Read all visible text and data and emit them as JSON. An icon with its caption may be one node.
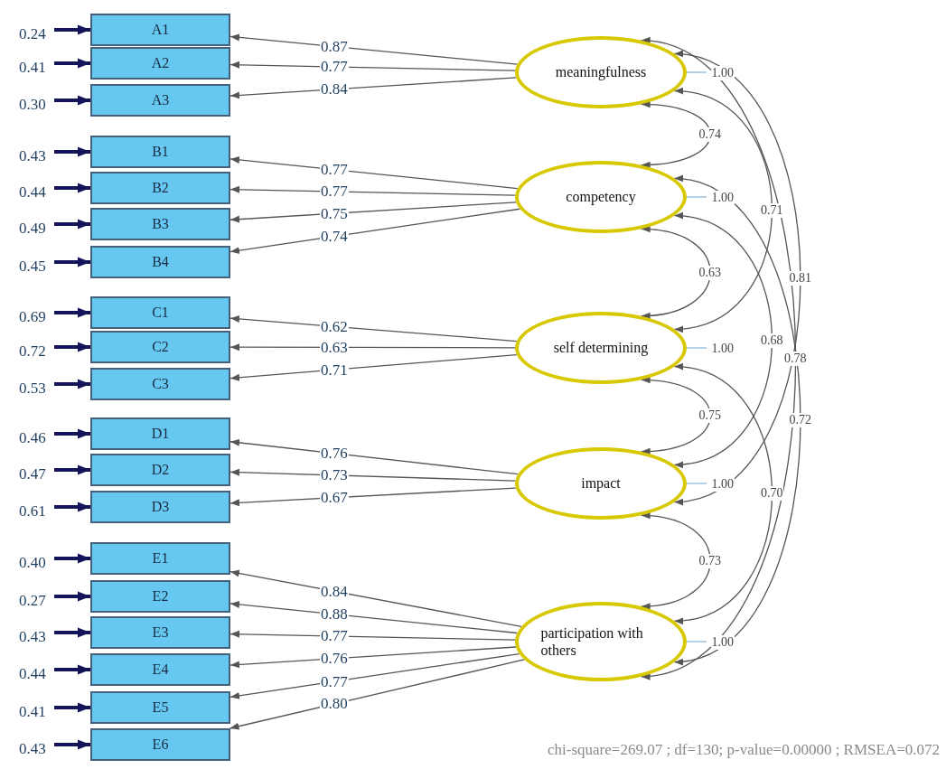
{
  "diagram": {
    "caption": "chi-square=269.07 ; df=130; p-value=0.00000 ; RMSEA=0.072",
    "nodes": [
      {
        "text": [
          "A1"
        ]
      },
      {
        "text": [
          "A2"
        ]
      },
      {
        "text": [
          "A3"
        ]
      },
      {
        "text": [
          "B1"
        ]
      },
      {
        "text": [
          "B2"
        ]
      },
      {
        "text": [
          "B3"
        ]
      },
      {
        "text": [
          "B4"
        ]
      },
      {
        "text": [
          "C1"
        ]
      },
      {
        "text": [
          "C2"
        ]
      },
      {
        "text": [
          "C3"
        ]
      },
      {
        "text": [
          "D1"
        ]
      },
      {
        "text": [
          "D2"
        ]
      },
      {
        "text": [
          "D3"
        ]
      },
      {
        "text": [
          "E1"
        ]
      },
      {
        "text": [
          "E2"
        ]
      },
      {
        "text": [
          "E3"
        ]
      },
      {
        "text": [
          "E4"
        ]
      },
      {
        "text": [
          "E5"
        ]
      },
      {
        "text": [
          "E6"
        ]
      },
      {
        "text": [
          "meaningfulness"
        ]
      },
      {
        "text": [
          "competency"
        ]
      },
      {
        "text": [
          "self determining"
        ]
      },
      {
        "text": [
          "impact"
        ]
      },
      {
        "text": [
          "participation with others"
        ]
      }
    ],
    "edges": [
      {
        "from": 19,
        "to": 0,
        "arrow": "to",
        "label": "0.87"
      },
      {
        "from": 19,
        "to": 1,
        "arrow": "to",
        "label": "0.77"
      },
      {
        "from": 19,
        "to": 2,
        "arrow": "to",
        "label": "0.84"
      },
      {
        "from": 20,
        "to": 3,
        "arrow": "to",
        "label": "0.77"
      },
      {
        "from": 20,
        "to": 4,
        "arrow": "to",
        "label": "0.77"
      },
      {
        "from": 20,
        "to": 5,
        "arrow": "to",
        "label": "0.75"
      },
      {
        "from": 20,
        "to": 6,
        "arrow": "to",
        "label": "0.74"
      },
      {
        "from": 21,
        "to": 7,
        "arrow": "to",
        "label": "0.62"
      },
      {
        "from": 21,
        "to": 8,
        "arrow": "to",
        "label": "0.63"
      },
      {
        "from": 21,
        "to": 9,
        "arrow": "to",
        "label": "0.71"
      },
      {
        "from": 22,
        "to": 10,
        "arrow": "to",
        "label": "0.76"
      },
      {
        "from": 22,
        "to": 11,
        "arrow": "to",
        "label": "0.73"
      },
      {
        "from": 22,
        "to": 12,
        "arrow": "to",
        "label": "0.67"
      },
      {
        "from": 23,
        "to": 13,
        "arrow": "to",
        "label": "0.84"
      },
      {
        "from": 23,
        "to": 14,
        "arrow": "to",
        "label": "0.88"
      },
      {
        "from": 23,
        "to": 15,
        "arrow": "to",
        "label": "0.77"
      },
      {
        "from": 23,
        "to": 16,
        "arrow": "to",
        "label": "0.76"
      },
      {
        "from": 23,
        "to": 17,
        "arrow": "to",
        "label": "0.77"
      },
      {
        "from": 23,
        "to": 18,
        "arrow": "to",
        "label": "0.80"
      },
      {
        "from": null,
        "to": 0,
        "arrow": "to",
        "label": "0.24",
        "style": "thick",
        "color": "#14145a"
      },
      {
        "from": null,
        "to": 1,
        "arrow": "to",
        "label": "0.41",
        "style": "thick",
        "color": "#14145a"
      },
      {
        "from": null,
        "to": 2,
        "arrow": "to",
        "label": "0.30",
        "style": "thick",
        "color": "#14145a"
      },
      {
        "from": null,
        "to": 3,
        "arrow": "to",
        "label": "0.43",
        "style": "thick",
        "color": "#14145a"
      },
      {
        "from": null,
        "to": 4,
        "arrow": "to",
        "label": "0.44",
        "style": "thick",
        "color": "#14145a"
      },
      {
        "from": null,
        "to": 5,
        "arrow": "to",
        "label": "0.49",
        "style": "thick",
        "color": "#14145a"
      },
      {
        "from": null,
        "to": 6,
        "arrow": "to",
        "label": "0.45",
        "style": "thick",
        "color": "#14145a"
      },
      {
        "from": null,
        "to": 7,
        "arrow": "to",
        "label": "0.69",
        "style": "thick",
        "color": "#14145a"
      },
      {
        "from": null,
        "to": 8,
        "arrow": "to",
        "label": "0.72",
        "style": "thick",
        "color": "#14145a"
      },
      {
        "from": null,
        "to": 9,
        "arrow": "to",
        "label": "0.53",
        "style": "thick",
        "color": "#14145a"
      },
      {
        "from": null,
        "to": 10,
        "arrow": "to",
        "label": "0.46",
        "style": "thick",
        "color": "#14145a"
      },
      {
        "from": null,
        "to": 11,
        "arrow": "to",
        "label": "0.47",
        "style": "thick",
        "color": "#14145a"
      },
      {
        "from": null,
        "to": 12,
        "arrow": "to",
        "label": "0.61",
        "style": "thick",
        "color": "#14145a"
      },
      {
        "from": null,
        "to": 13,
        "arrow": "to",
        "label": "0.40",
        "style": "thick",
        "color": "#14145a"
      },
      {
        "from": null,
        "to": 14,
        "arrow": "to",
        "label": "0.27",
        "style": "thick",
        "color": "#14145a"
      },
      {
        "from": null,
        "to": 15,
        "arrow": "to",
        "label": "0.43",
        "style": "thick",
        "color": "#14145a"
      },
      {
        "from": null,
        "to": 16,
        "arrow": "to",
        "label": "0.44",
        "style": "thick",
        "color": "#14145a"
      },
      {
        "from": null,
        "to": 17,
        "arrow": "to",
        "label": "0.41",
        "style": "thick",
        "color": "#14145a"
      },
      {
        "from": null,
        "to": 18,
        "arrow": "to",
        "label": "0.43",
        "style": "thick",
        "color": "#14145a"
      },
      {
        "from": 19,
        "to": null,
        "arrow": "none",
        "label": "1.00",
        "color": "#8fb8d8"
      },
      {
        "from": 20,
        "to": null,
        "arrow": "none",
        "label": "1.00",
        "color": "#8fb8d8"
      },
      {
        "from": 21,
        "to": null,
        "arrow": "none",
        "label": "1.00",
        "color": "#8fb8d8"
      },
      {
        "from": 22,
        "to": null,
        "arrow": "none",
        "label": "1.00",
        "color": "#8fb8d8"
      },
      {
        "from": 23,
        "to": null,
        "arrow": "none",
        "label": "1.00",
        "color": "#8fb8d8"
      },
      {
        "from": 19,
        "to": 20,
        "arrow": "both",
        "label": "0.74"
      },
      {
        "from": 19,
        "to": 21,
        "arrow": "both",
        "label": "0.71"
      },
      {
        "from": 20,
        "to": 21,
        "arrow": "both",
        "label": "0.63"
      },
      {
        "from": 20,
        "to": 22,
        "arrow": "both",
        "label": "0.68"
      },
      {
        "from": 19,
        "to": 22,
        "arrow": "both",
        "label": "0.81"
      },
      {
        "from": 20,
        "to": 23,
        "arrow": "both",
        "label": "0.72"
      },
      {
        "from": 21,
        "to": 22,
        "arrow": "both",
        "label": "0.75"
      },
      {
        "from": 19,
        "to": 23,
        "arrow": "both",
        "label": "0.78"
      },
      {
        "from": 21,
        "to": 23,
        "arrow": "both",
        "label": "0.70"
      },
      {
        "from": 22,
        "to": 23,
        "arrow": "both",
        "label": "0.73"
      }
    ]
  }
}
